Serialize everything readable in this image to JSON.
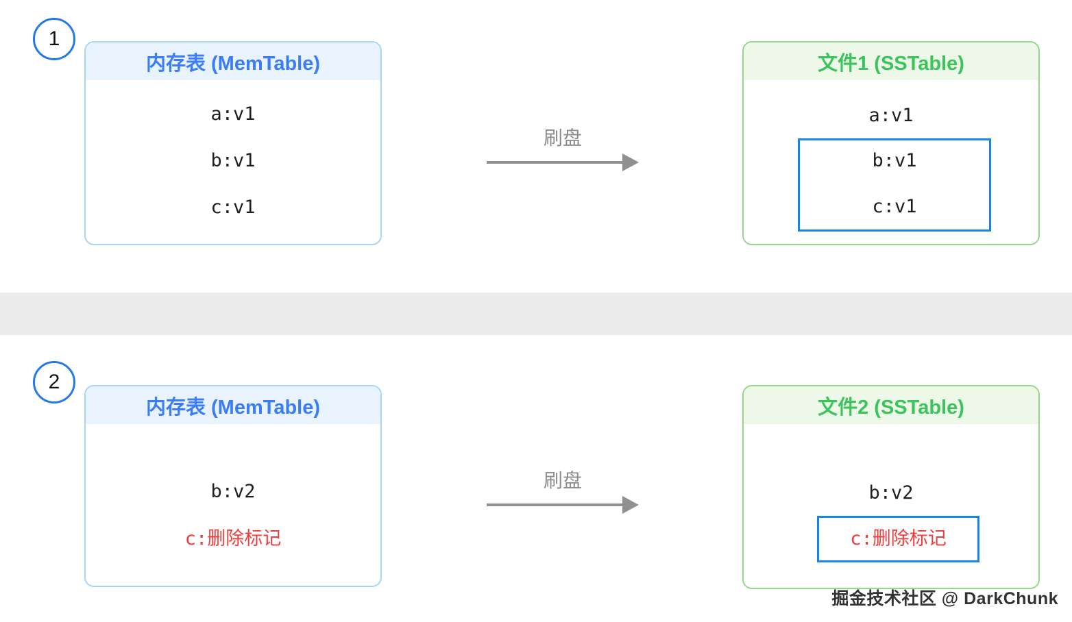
{
  "watermark": "掘金技术社区 @ DarkChunk",
  "colors": {
    "memtable_title": "#3b7cf7",
    "memtable_border": "#a6d4fa",
    "memtable_header_bg": "#e8f3fe",
    "sstable_title": "#3cc45c",
    "sstable_border": "#93d789",
    "sstable_header_bg": "#edf8e8",
    "delete_marker_red": "#f23c3c",
    "highlight_box_blue": "#1386e8",
    "arrow_gray": "#909090",
    "badge_border_blue": "#2478ea",
    "divider_gray": "#ececec"
  },
  "panel1": {
    "badge": "1",
    "memtable": {
      "title": "内存表 (MemTable)",
      "entries": [
        "a:v1",
        "b:v1",
        "c:v1"
      ]
    },
    "arrow_label": "刷盘",
    "sstable": {
      "title": "文件1 (SSTable)",
      "entry": "a:v1",
      "highlight_entries": [
        "b:v1",
        "c:v1"
      ]
    }
  },
  "panel2": {
    "badge": "2",
    "memtable": {
      "title": "内存表 (MemTable)",
      "entry": "b:v2",
      "deleted_entry": "c:删除标记"
    },
    "arrow_label": "刷盘",
    "sstable": {
      "title": "文件2 (SSTable)",
      "entry": "b:v2",
      "highlight_deleted_entry": "c:删除标记"
    }
  }
}
